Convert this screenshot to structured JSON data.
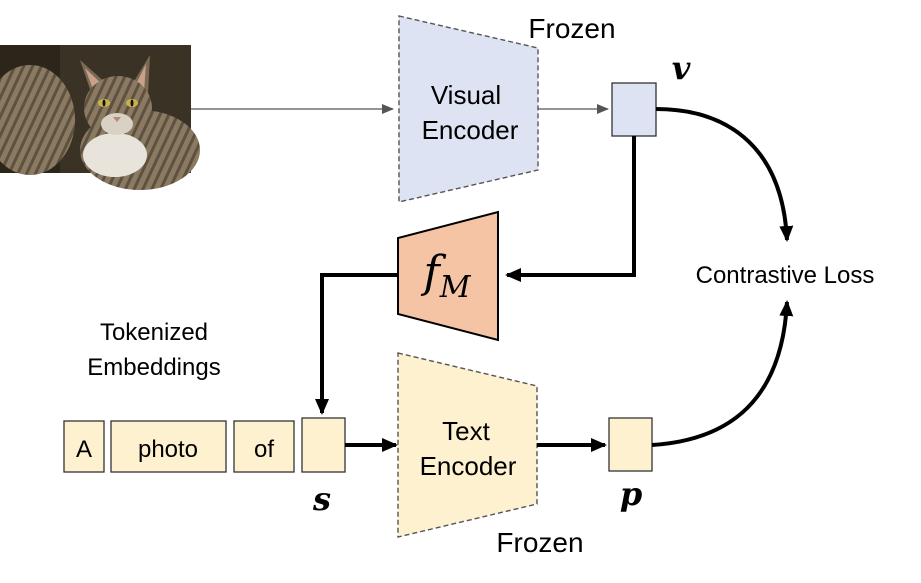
{
  "frozen_top": "Frozen",
  "frozen_bottom": "Frozen",
  "visual_encoder": {
    "line1": "Visual",
    "line2": "Encoder"
  },
  "text_encoder": {
    "line1": "Text",
    "line2": "Encoder"
  },
  "mapper": {
    "base": "f",
    "sub": "M"
  },
  "v_label": "v",
  "s_label": "s",
  "p_label": "p",
  "loss_label": "Contrastive Loss",
  "tokenized": {
    "line1": "Tokenized",
    "line2": "Embeddings"
  },
  "tokens": [
    "A",
    "photo",
    "of"
  ],
  "colors": {
    "visual_encoder_fill": "#dde3f3",
    "text_encoder_fill": "#fdf1cf",
    "mapper_fill": "#f4c4a4",
    "token_fill": "#fdf1cf",
    "v_fill": "#dde3f3"
  }
}
